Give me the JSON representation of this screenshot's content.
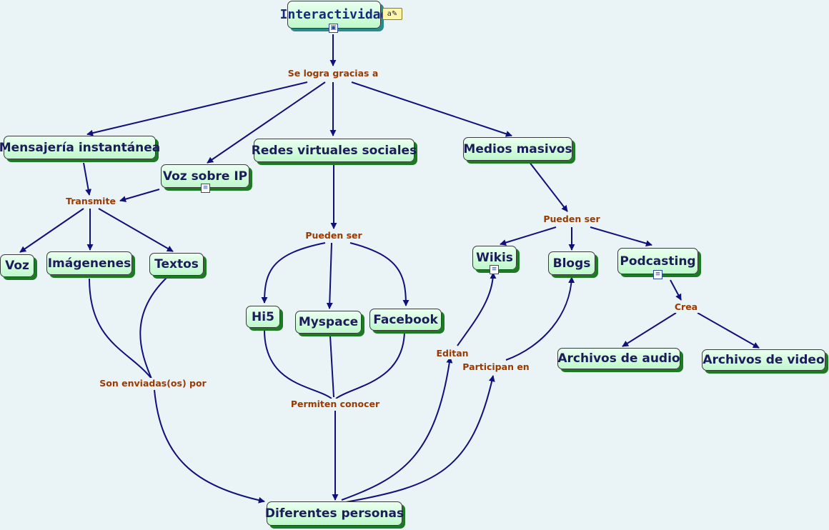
{
  "concepts": {
    "interactividad": "Interactividad",
    "mensajeria": "Mensajería instantánea",
    "voz_ip": "Voz sobre IP",
    "redes": "Redes virtuales sociales",
    "medios": "Medios masivos",
    "voz": "Voz",
    "imagenes": "Imágenenes",
    "textos": "Textos",
    "hi5": "Hi5",
    "myspace": "Myspace",
    "facebook": "Facebook",
    "wikis": "Wikis",
    "blogs": "Blogs",
    "podcasting": "Podcasting",
    "audio": "Archivos de audio",
    "video": "Archivos de video",
    "personas": "Diferentes personas"
  },
  "linking_phrases": {
    "se_logra": "Se logra gracias a",
    "transmite": "Transmite",
    "pueden_ser_1": "Pueden ser",
    "pueden_ser_2": "Pueden ser",
    "son_enviadas": "Son enviadas(os) por",
    "permiten": "Permiten conocer",
    "editan": "Editan",
    "participan": "Participan en",
    "crea": "Crea"
  },
  "icons": {
    "image": "image-resource-icon",
    "document": "document-resource-icon",
    "note": "annotation-note-icon"
  },
  "colors": {
    "background": "#eaf3f6",
    "node_fill": "#c8f8d4",
    "node_shadow": "#1c7a22",
    "link_line": "#10107a",
    "linking_text": "#9a3a00",
    "node_text": "#1c1c5a"
  }
}
